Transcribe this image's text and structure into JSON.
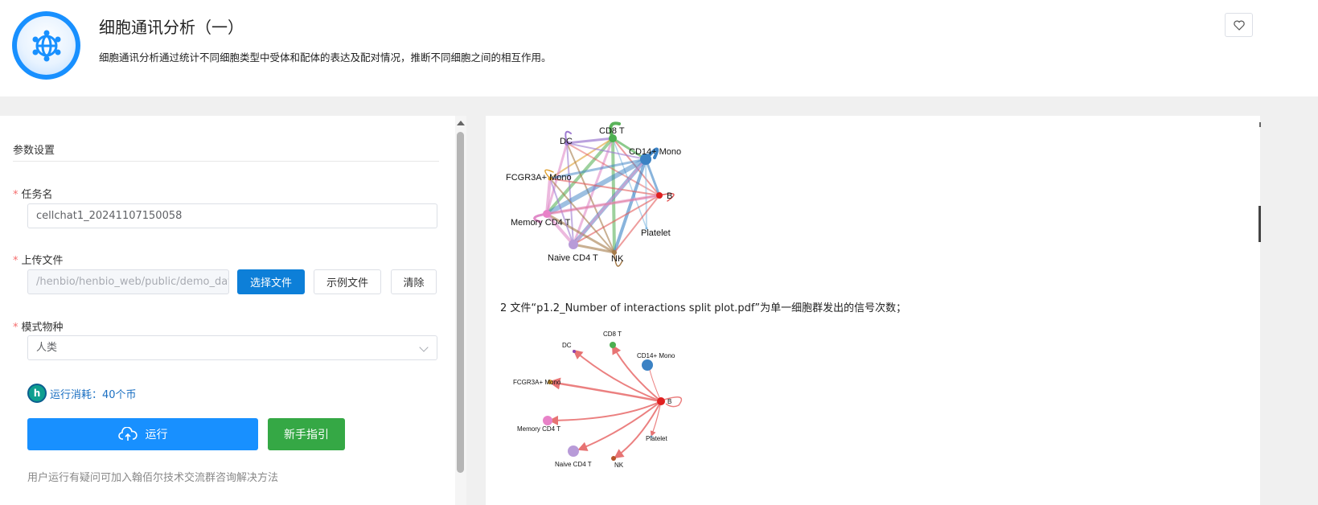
{
  "header": {
    "title": "细胞通讯分析（一）",
    "subtitle": "细胞通讯分析通过统计不同细胞类型中受体和配体的表达及配对情况，推断不同细胞之间的相互作用。",
    "logo_icon": "network-globe-icon",
    "favorite_icon": "heart-icon"
  },
  "form": {
    "section_title": "参数设置",
    "task_name": {
      "label": "任务名",
      "value": "cellchat1_20241107150058"
    },
    "upload": {
      "label": "上传文件",
      "value": "/henbio/henbio_web/public/demo_data",
      "choose_label": "选择文件",
      "example_label": "示例文件",
      "clear_label": "清除"
    },
    "species": {
      "label": "模式物种",
      "value": "人类"
    },
    "cost_text": "运行消耗：40个币",
    "run_label": "运行",
    "guide_label": "新手指引",
    "note": "用户运行有疑问可加入翰佰尔技术交流群咨询解决方法"
  },
  "output": {
    "description_2": "2 文件“p1.2_Number of interactions split plot.pdf”为单一细胞群发出的信号次数；",
    "plot1_labels": [
      "CD8 T",
      "DC",
      "CD14+ Mono",
      "FCGR3A+ Mono",
      "B",
      "Memory CD4 T",
      "Platelet",
      "Naive CD4 T",
      "NK"
    ],
    "plot2_labels": [
      "CD8 T",
      "DC",
      "CD14+ Mono",
      "FCGR3A+ Mono",
      "B",
      "Memory CD4 T",
      "Platelet",
      "Naive CD4 T",
      "NK"
    ]
  },
  "colors": {
    "primary": "#1890ff",
    "choose_button": "#0d7fd8",
    "guide_button": "#35a845",
    "required": "#f56c6c"
  }
}
